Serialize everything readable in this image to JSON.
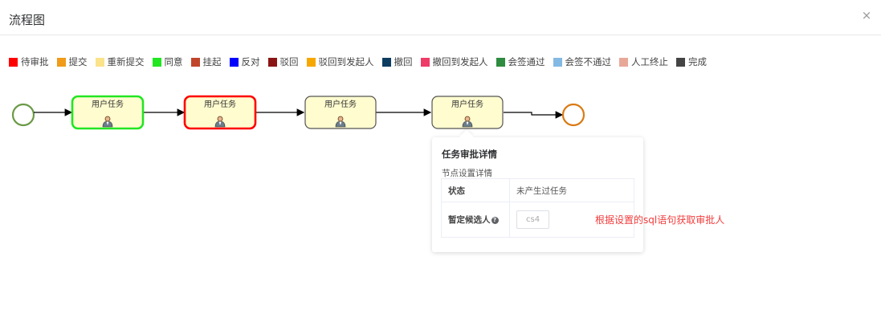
{
  "header": {
    "title": "流程图",
    "close_icon": "×"
  },
  "legend": [
    {
      "label": "待审批",
      "color": "#ff0000"
    },
    {
      "label": "提交",
      "color": "#f09b1a"
    },
    {
      "label": "重新提交",
      "color": "#fbe38b"
    },
    {
      "label": "同意",
      "color": "#22e622"
    },
    {
      "label": "挂起",
      "color": "#c1452a"
    },
    {
      "label": "反对",
      "color": "#0000ff"
    },
    {
      "label": "驳回",
      "color": "#8b1515"
    },
    {
      "label": "驳回到发起人",
      "color": "#f6a800"
    },
    {
      "label": "撤回",
      "color": "#0d3c61"
    },
    {
      "label": "撤回到发起人",
      "color": "#ef3b68"
    },
    {
      "label": "会签通过",
      "color": "#2e8b3f"
    },
    {
      "label": "会签不通过",
      "color": "#84b9e3"
    },
    {
      "label": "人工终止",
      "color": "#e8a898"
    },
    {
      "label": "完成",
      "color": "#444444"
    }
  ],
  "flow": {
    "start_event_color": "#6b9a47",
    "end_event_color": "#d97b15",
    "tasks": [
      {
        "label": "用户任务",
        "border_color": "#22e622",
        "fill": "#fffccf"
      },
      {
        "label": "用户任务",
        "border_color": "#ff0000",
        "fill": "#fffccf"
      },
      {
        "label": "用户任务",
        "border_color": "#555555",
        "fill": "#fffccf"
      },
      {
        "label": "用户任务",
        "border_color": "#555555",
        "fill": "#fffccf"
      }
    ],
    "task_icon": "user-icon"
  },
  "detail": {
    "title": "任务审批详情",
    "subtitle": "节点设置详情",
    "rows": [
      {
        "key": "状态",
        "value": "未产生过任务"
      },
      {
        "key": "暂定候选人",
        "value": "cs4"
      }
    ],
    "help_icon": "?"
  },
  "annotation": "根据设置的sql语句获取审批人"
}
